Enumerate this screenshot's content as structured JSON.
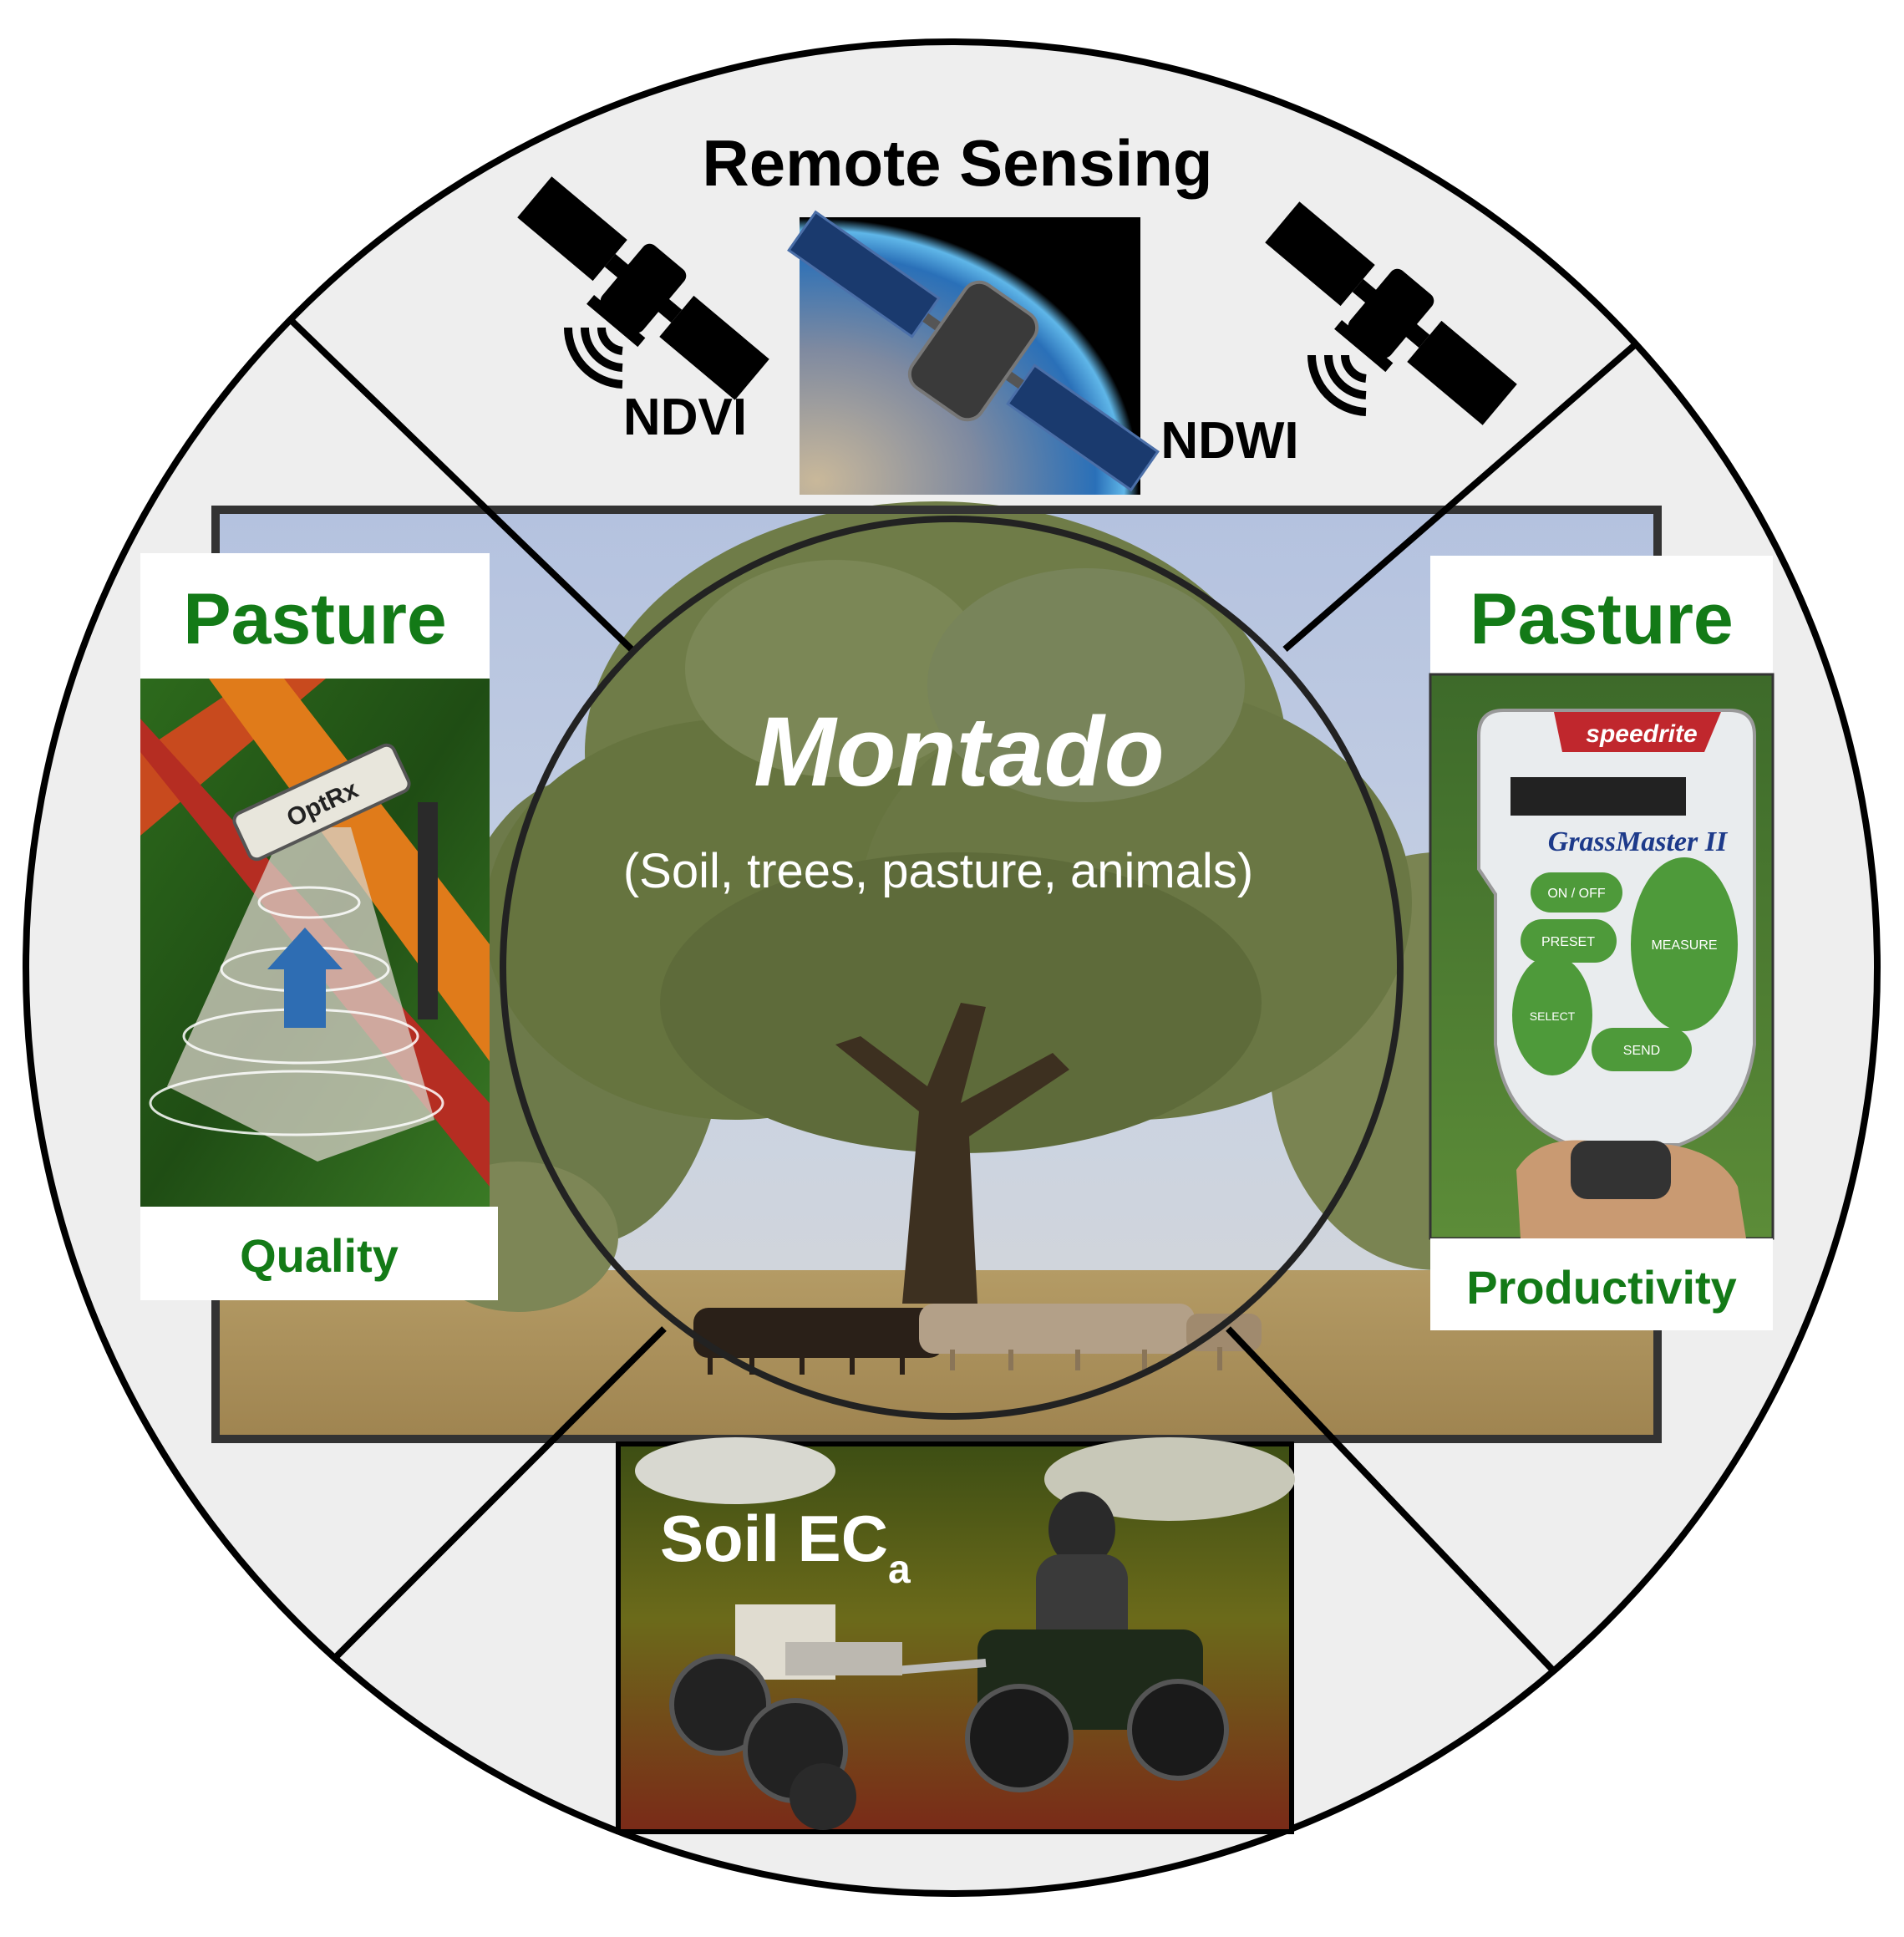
{
  "top": {
    "title": "Remote Sensing",
    "left_index": "NDVI",
    "right_index": "NDWI"
  },
  "left_panel": {
    "title": "Pasture",
    "caption": "Quality",
    "device_label": "OptRx"
  },
  "right_panel": {
    "title": "Pasture",
    "caption": "Productivity",
    "device_brand": "speedrite",
    "device_model": "GrassMaster II",
    "buttons": [
      "ON / OFF",
      "PRESET",
      "MEASURE",
      "SELECT",
      "SEND"
    ]
  },
  "center": {
    "title": "Montado",
    "subtitle": "(Soil, trees, pasture, animals)"
  },
  "bottom": {
    "label": "Soil EC",
    "label_subscript": "a"
  },
  "colors": {
    "accent_green": "#137a17",
    "ring_fill": "#eeeeee",
    "outline": "#000000"
  }
}
